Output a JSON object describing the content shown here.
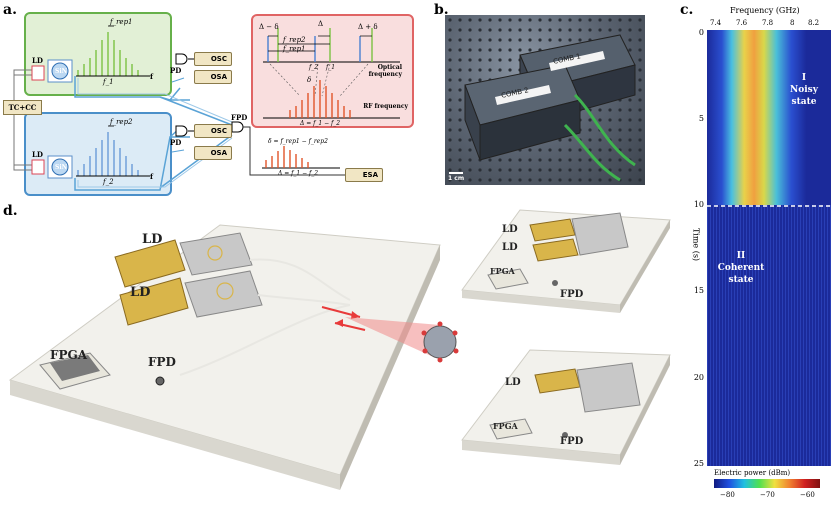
{
  "panels": {
    "a": "a.",
    "b": "b.",
    "c": "c.",
    "d": "d."
  },
  "panel_a": {
    "tc_cc": "TC+CC",
    "ld_top": "LD",
    "ld_bottom": "LD",
    "sin_top": "SiN",
    "sin_bottom": "SiN",
    "pd_top": "PD",
    "pd_bottom": "PD",
    "fpd": "FPD",
    "osc_top": "OSC",
    "osa_top": "OSA",
    "osc_bottom": "OSC",
    "osa_bottom": "OSA",
    "esa": "ESA",
    "frep1": "f_rep1",
    "frep2": "f_rep2",
    "f1": "f_1",
    "f2": "f_2",
    "f_axis": "f",
    "red_box": {
      "delta_minus": "Δ − δ",
      "delta": "Δ",
      "delta_plus": "Δ + δ",
      "frep2": "f_rep2",
      "frep1": "f_rep1",
      "optical_freq": "Optical frequency",
      "f2_mark": "f_2",
      "f1_mark": "f_1",
      "delta_small": "δ",
      "rf_freq": "RF frequency",
      "delta_eq": "Δ = f_1 − f_2"
    },
    "esa_spec": {
      "delta_eq": "δ = f_rep1 − f_rep2",
      "delta_eq2": "Δ = f_1 − f_2"
    }
  },
  "panel_b": {
    "comb1": "COMB 1",
    "comb2": "COMB 2",
    "scale": "1 cm"
  },
  "panel_c": {
    "top_label": "Frequency (GHz)",
    "x_ticks": [
      "7.4",
      "7.6",
      "7.8",
      "8",
      "8.2"
    ],
    "y_label": "Time (s)",
    "y_ticks": [
      "0",
      "5",
      "10",
      "15",
      "20",
      "25"
    ],
    "state1_num": "I",
    "state1_l1": "Noisy",
    "state1_l2": "state",
    "state2_num": "II",
    "state2_l1": "Coherent",
    "state2_l2": "state",
    "cbar_label": "Electric power (dBm)",
    "cbar_ticks": [
      "−80",
      "−70",
      "−60"
    ]
  },
  "panel_d": {
    "ld1": "LD",
    "ld2": "LD",
    "fpga": "FPGA",
    "fpd": "FPD",
    "ld_tr1": "LD",
    "ld_tr2": "LD",
    "fpga_tr": "FPGA",
    "fpd_tr": "FPD",
    "ld_br": "LD",
    "fpga_br": "FPGA",
    "fpd_br": "FPD"
  },
  "colors": {
    "green_box": "#e2f0d6",
    "blue_box": "#dcebf6",
    "red_box": "#f9dede",
    "green_comb": "#7cc243",
    "blue_comb": "#6a9bd8",
    "red_comb": "#e0562a",
    "heatmap_bg": "#1b2a9a"
  }
}
